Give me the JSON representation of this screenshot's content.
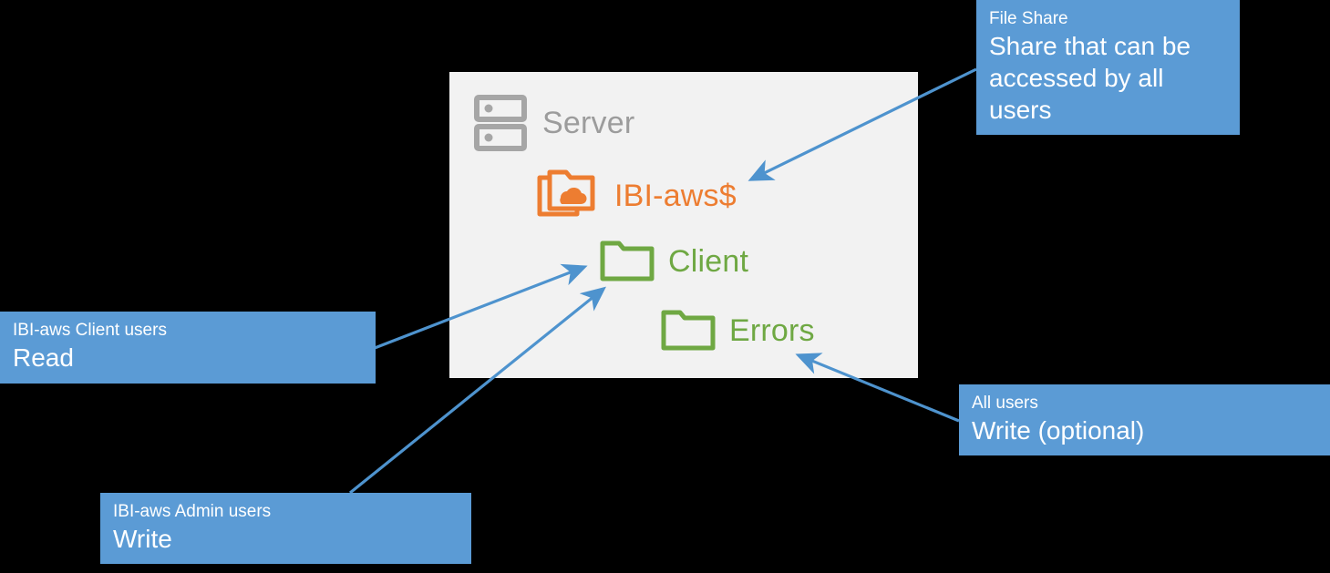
{
  "diagram": {
    "title": "File share permissions diagram",
    "colors": {
      "background": "#000000",
      "panel": "#F2F2F2",
      "callout": "#5B9BD5",
      "arrow": "#4E93CE",
      "server_gray": "#9C9C9C",
      "share_orange": "#ED7D31",
      "folder_green": "#6FA843",
      "callout_text": "#FFFFFF"
    }
  },
  "server_panel": {
    "name": "server-panel",
    "nodes": [
      {
        "id": "server",
        "icon": "server-icon",
        "label": "Server",
        "color": "#9C9C9C"
      },
      {
        "id": "share",
        "icon": "cloud-folder-icon",
        "label": "IBI-aws$",
        "color": "#ED7D31"
      },
      {
        "id": "client",
        "icon": "folder-icon",
        "label": "Client",
        "color": "#6FA843"
      },
      {
        "id": "errors",
        "icon": "folder-icon",
        "label": "Errors",
        "color": "#6FA843"
      }
    ]
  },
  "callouts": [
    {
      "id": "fileshare",
      "name": "callout-file-share",
      "heading": "File Share",
      "body": "Share that can be accessed by all users",
      "target": "IBI-aws$"
    },
    {
      "id": "client",
      "name": "callout-client-users",
      "heading": "IBI-aws Client users",
      "body": "Read",
      "target": "Client"
    },
    {
      "id": "admin",
      "name": "callout-admin-users",
      "heading": "IBI-aws Admin users",
      "body": "Write",
      "target": "Client"
    },
    {
      "id": "allusers",
      "name": "callout-all-users",
      "heading": "All users",
      "body": "Write (optional)",
      "target": "Errors"
    }
  ],
  "arrows": [
    {
      "id": "arrow-fileshare-to-share",
      "from": "callout-file-share",
      "to": "IBI-aws$"
    },
    {
      "id": "arrow-client-to-client",
      "from": "callout-client-users",
      "to": "Client"
    },
    {
      "id": "arrow-admin-to-client",
      "from": "callout-admin-users",
      "to": "Client"
    },
    {
      "id": "arrow-allusers-to-errors",
      "from": "callout-all-users",
      "to": "Errors"
    }
  ]
}
